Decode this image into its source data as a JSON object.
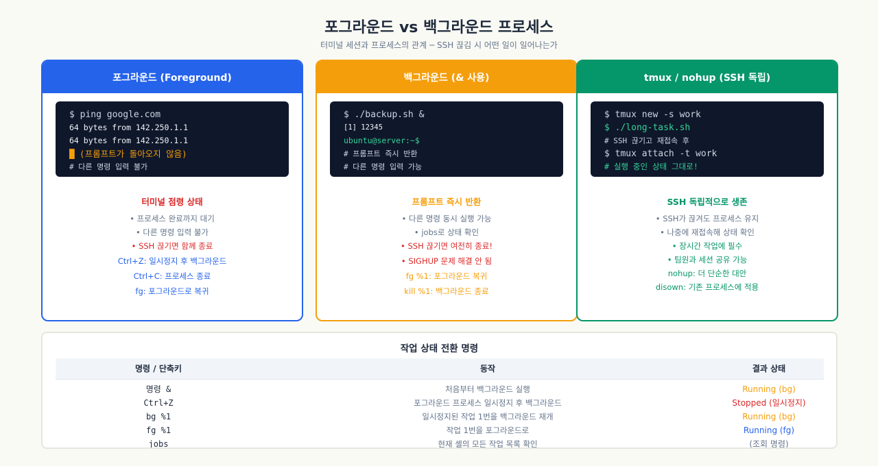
{
  "title": "포그라운드 vs 백그라운드 프로세스",
  "subtitle": "터미널 세션과 프로세스의 관계 ─ SSH 끊김 시 어떤 일이 일어나는가",
  "colors": {
    "foreground": "#2563eb",
    "background": "#f59e0b",
    "detached": "#059669",
    "danger": "#dc2626",
    "muted": "#64748b",
    "terminal_bg": "#0f172a"
  },
  "cards": [
    {
      "header": "포그라운드 (Foreground)",
      "terminal": [
        "$ ping google.com",
        "64 bytes from 142.250.1.1",
        "64 bytes from 142.250.1.1",
        "█ (프롬프트가 돌아오지 않음)",
        "# 다른 명령 입력 불가"
      ],
      "state_title": "터미널 점령 상태",
      "facts": [
        "• 프로세스 완료까지 대기",
        "• 다른 명령 입력 불가",
        "• SSH 끊기면 함께 종료",
        "Ctrl+Z: 일시정지 후 백그라운드",
        "Ctrl+C: 프로세스 종료",
        "fg: 포그라운드로 복귀"
      ]
    },
    {
      "header": "백그라운드 (& 사용)",
      "terminal": [
        "$ ./backup.sh &",
        "[1] 12345",
        "ubuntu@server:~$",
        "# 프롬프트 즉시 반환",
        "# 다른 명령 입력 가능"
      ],
      "state_title": "프롬프트 즉시 반환",
      "facts": [
        "• 다른 명령 동시 실행 가능",
        "• jobs로 상태 확인",
        "• SSH 끊기면 여전히 종료!",
        "• SIGHUP 문제 해결 안 됨",
        "fg %1: 포그라운드 복귀",
        "kill %1: 백그라운드 종료"
      ]
    },
    {
      "header": "tmux / nohup (SSH 독립)",
      "terminal": [
        "$ tmux new -s work",
        "$ ./long-task.sh",
        "# SSH 끊기고 재접속 후",
        "$ tmux attach -t work",
        "# 실행 중인 상태 그대로!"
      ],
      "state_title": "SSH 독립적으로 생존",
      "facts": [
        "• SSH가 끊겨도 프로세스 유지",
        "• 나중에 재접속해 상태 확인",
        "• 장시간 작업에 필수",
        "• 팀원과 세션 공유 가능",
        "nohup: 더 단순한 대안",
        "disown: 기존 프로세스에 적용"
      ]
    }
  ],
  "table": {
    "title": "작업 상태 전환 명령",
    "headers": [
      "명령 / 단축키",
      "동작",
      "결과 상태"
    ],
    "rows": [
      {
        "cmd": "명령 &",
        "action": "처음부터 백그라운드 실행",
        "result": "Running (bg)"
      },
      {
        "cmd": "Ctrl+Z",
        "action": "포그라운드 프로세스 일시정지 후 백그라운드",
        "result": "Stopped (일시정지)"
      },
      {
        "cmd": "bg %1",
        "action": "일시정지된 작업 1번을 백그라운드 재개",
        "result": "Running (bg)"
      },
      {
        "cmd": "fg %1",
        "action": "작업 1번을 포그라운드로",
        "result": "Running (fg)"
      },
      {
        "cmd": "jobs",
        "action": "현재 셸의 모든 작업 목록 확인",
        "result": "(조회 명령)"
      }
    ]
  }
}
